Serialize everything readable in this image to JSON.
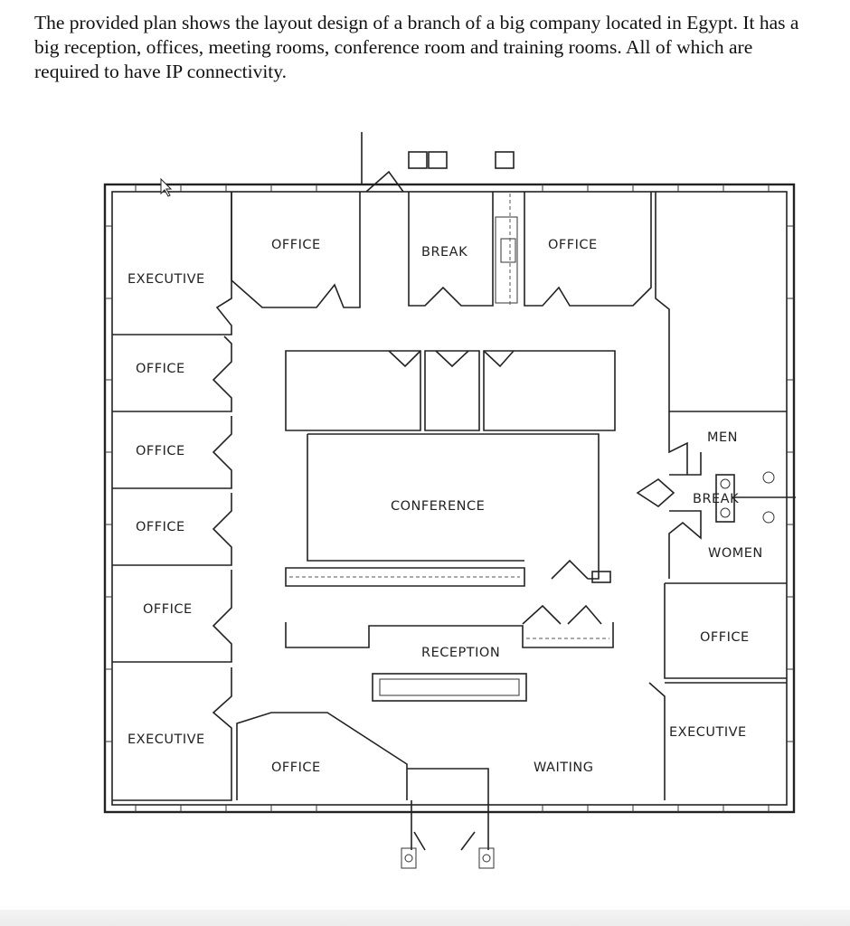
{
  "intro_text": "The provided plan shows the layout design of a branch of a big company located in Egypt. It has a big reception, offices, meeting rooms, conference room and training rooms. All of which are required to have IP connectivity.",
  "rooms": {
    "executive_tl": "EXECUTIVE",
    "office_top1": "OFFICE",
    "break_top": "BREAK",
    "office_top2": "OFFICE",
    "office_l1": "OFFICE",
    "office_l2": "OFFICE",
    "office_l3": "OFFICE",
    "office_l4": "OFFICE",
    "executive_bl": "EXECUTIVE",
    "office_bottom": "OFFICE",
    "conference": "CONFERENCE",
    "reception": "RECEPTION",
    "waiting": "WAITING",
    "men": "MEN",
    "break_right": "BREAK",
    "women": "WOMEN",
    "office_r": "OFFICE",
    "executive_br": "EXECUTIVE"
  }
}
